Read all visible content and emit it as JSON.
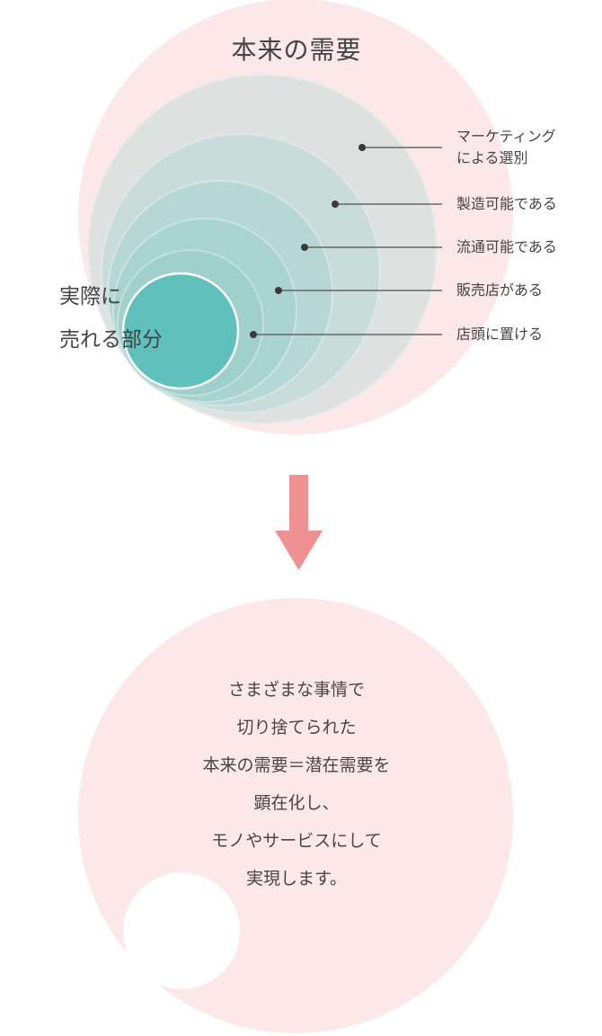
{
  "top_diagram": {
    "title": "本来の需要",
    "inner_label": [
      "実際に",
      "売れる部分"
    ],
    "layers": [
      {
        "label": "マーケティング\nによる選別",
        "lines": [
          "マーケティング",
          "による選別"
        ]
      },
      {
        "label": "製造可能である",
        "lines": [
          "製造可能である"
        ]
      },
      {
        "label": "流通可能である",
        "lines": [
          "流通可能である"
        ]
      },
      {
        "label": "販売店がある",
        "lines": [
          "販売店がある"
        ]
      },
      {
        "label": "店頭に置ける",
        "lines": [
          "店頭に置ける"
        ]
      }
    ]
  },
  "bottom_diagram": {
    "lines": [
      "さまざまな事情で",
      "切り捨てられた",
      "本来の需要＝潜在需要を",
      "顕在化し、",
      "モノやサービスにして",
      "実現します。"
    ]
  },
  "colors": {
    "pink": "#fce8e9",
    "grey": "#dde1e0",
    "teal": "#5fc0bc",
    "arrow": "#ef9092",
    "text": "#444444"
  }
}
